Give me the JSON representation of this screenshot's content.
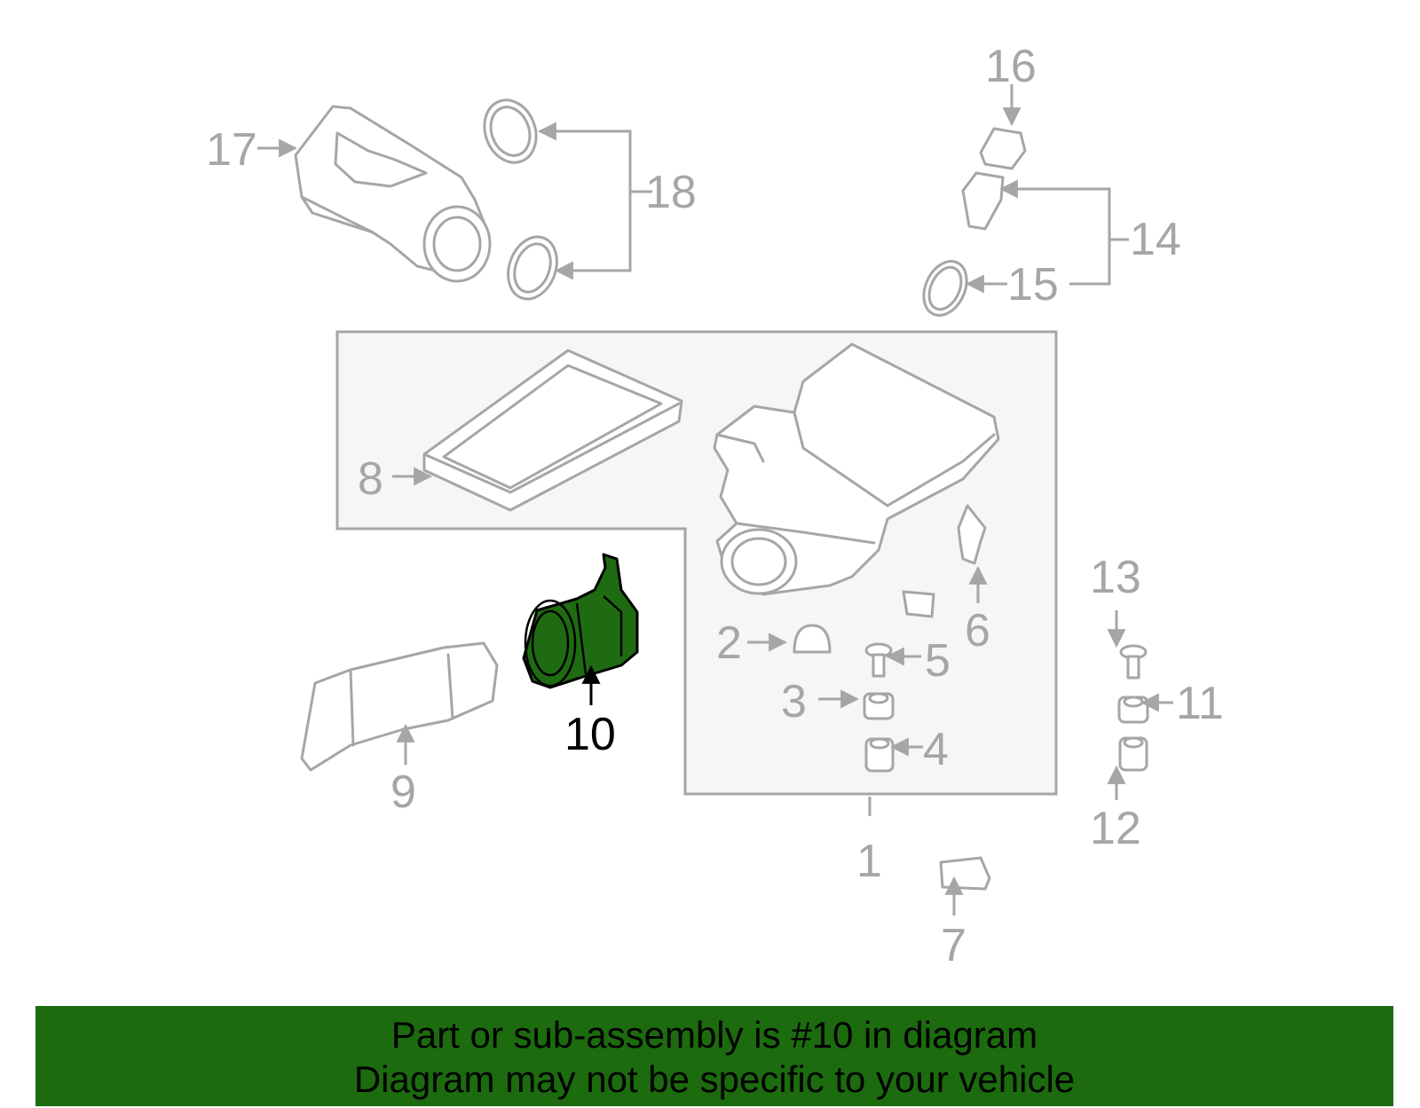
{
  "diagram": {
    "highlighted_part": "10",
    "callouts": {
      "c1": "1",
      "c2": "2",
      "c3": "3",
      "c4": "4",
      "c5": "5",
      "c6": "6",
      "c7": "7",
      "c8": "8",
      "c9": "9",
      "c10": "10",
      "c11": "11",
      "c12": "12",
      "c13": "13",
      "c14": "14",
      "c15": "15",
      "c16": "16",
      "c17": "17",
      "c18": "18"
    },
    "colors": {
      "part_outline": "#a6a6a6",
      "group_box_fill": "#f6f6f6",
      "highlight_fill": "#1f6b12",
      "banner_background": "#1c6b0e"
    }
  },
  "banner": {
    "line1": "Part or sub-assembly is #10 in diagram",
    "line2": "Diagram may not be specific to your vehicle"
  }
}
